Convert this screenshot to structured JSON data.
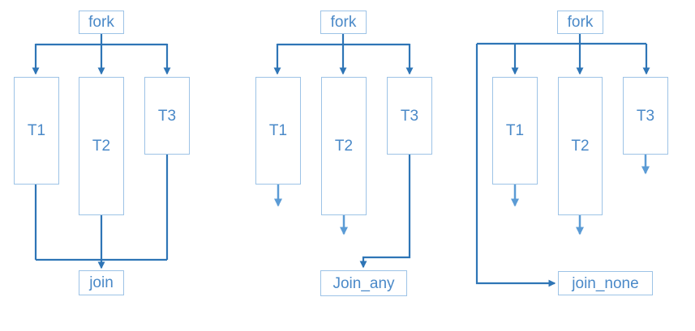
{
  "colors": {
    "connector": "#2E75B6",
    "dangling": "#5B9BD5",
    "box_border": "#9DC3E6",
    "label_text": "#4A89C8",
    "bg": "#FFFFFF"
  },
  "diagrams": [
    {
      "id": "join-all",
      "fork": "fork",
      "t1": "T1",
      "t2": "T2",
      "t3": "T3",
      "join": "join"
    },
    {
      "id": "join-any",
      "fork": "fork",
      "t1": "T1",
      "t2": "T2",
      "t3": "T3",
      "join": "Join_any"
    },
    {
      "id": "join-none",
      "fork": "fork",
      "t1": "T1",
      "t2": "T2",
      "t3": "T3",
      "join": "join_none"
    }
  ]
}
